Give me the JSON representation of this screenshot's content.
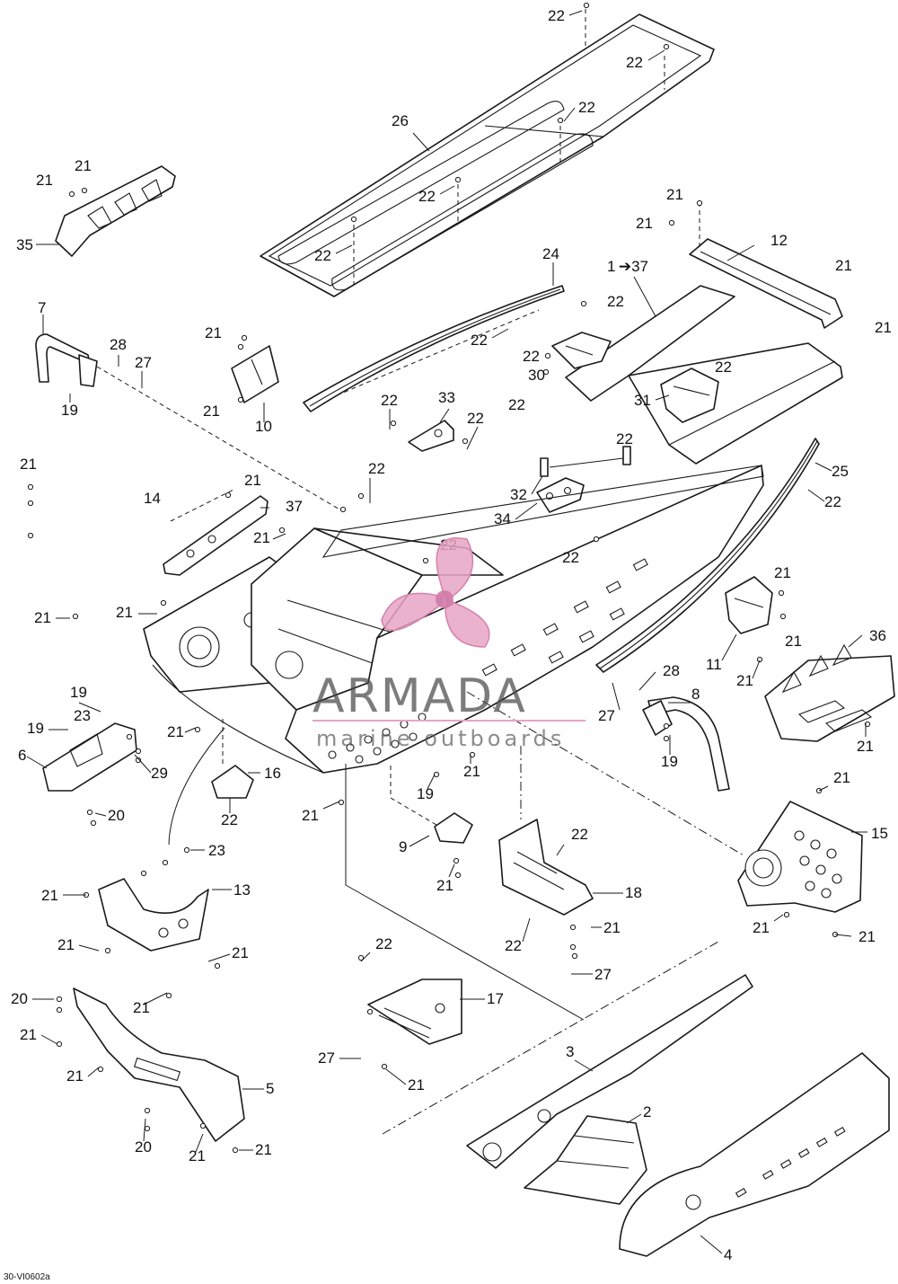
{
  "figure_code": "30-VI0602a",
  "watermark": {
    "brand": "ARMADA",
    "tagline": "marine outboards",
    "logo_color": "#e8a4c6"
  },
  "callouts": [
    "1",
    "2",
    "3",
    "4",
    "5",
    "6",
    "7",
    "8",
    "9",
    "10",
    "11",
    "12",
    "13",
    "14",
    "15",
    "16",
    "17",
    "18",
    "19",
    "20",
    "21",
    "22",
    "23",
    "24",
    "25",
    "26",
    "27",
    "28",
    "29",
    "30",
    "31",
    "32",
    "33",
    "34",
    "35",
    "36",
    "37"
  ],
  "range_callout": {
    "from": "1",
    "arrow": "➔",
    "to": "37"
  },
  "special_labels": {
    "part14_ref": "37"
  }
}
